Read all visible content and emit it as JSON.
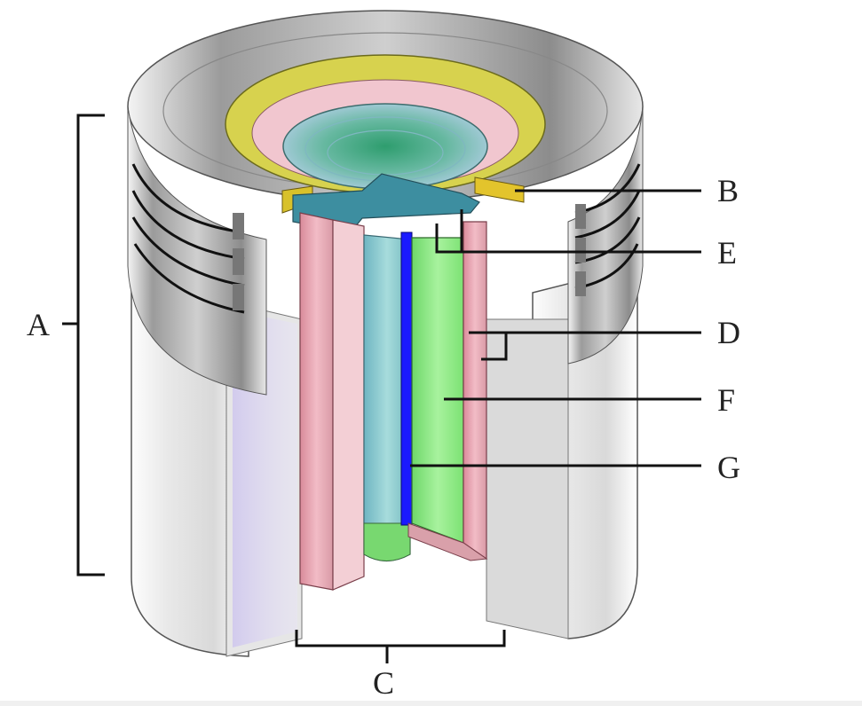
{
  "labels": {
    "a": "A",
    "b": "B",
    "c": "C",
    "d": "D",
    "e": "E",
    "f": "F",
    "g": "G"
  },
  "colors": {
    "outer_shell": "#9a9a9a",
    "yellow_ring": "#c9c23a",
    "pink_layer": "#e6a3b0",
    "teal_core": "#7fc7c9",
    "green_fill": "#7fe07a",
    "blue_strip": "#1a1aff",
    "purple_glass": "#b9a8e6"
  }
}
